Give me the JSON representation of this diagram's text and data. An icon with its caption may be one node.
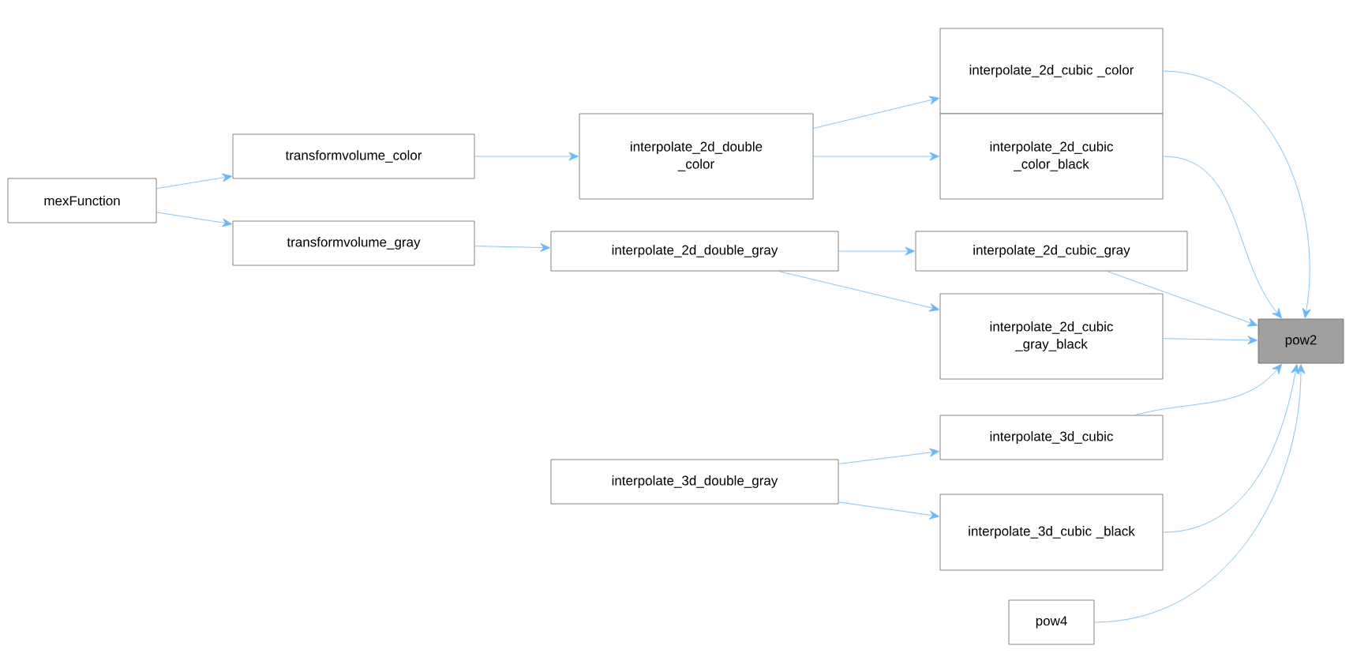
{
  "diagram": {
    "nodes": [
      {
        "text": [
          "mexFunction"
        ]
      },
      {
        "text": [
          "transformvolume_color"
        ]
      },
      {
        "text": [
          "transformvolume_gray"
        ]
      },
      {
        "text": [
          "interpolate_2d_double _color"
        ]
      },
      {
        "text": [
          "interpolate_2d_double_gray"
        ]
      },
      {
        "text": [
          "interpolate_2d_cubic _color"
        ]
      },
      {
        "text": [
          "interpolate_2d_cubic _color_black"
        ]
      },
      {
        "text": [
          "interpolate_2d_cubic_gray"
        ]
      },
      {
        "text": [
          "interpolate_2d_cubic _gray_black"
        ]
      },
      {
        "text": [
          "interpolate_3d_cubic"
        ]
      },
      {
        "text": [
          "interpolate_3d_double_gray"
        ]
      },
      {
        "text": [
          "interpolate_3d_cubic _black"
        ]
      },
      {
        "text": [
          "pow4"
        ]
      },
      {
        "text": [
          "pow2"
        ]
      }
    ],
    "edges": [
      {
        "from": 0,
        "to": 1,
        "arrow": "to"
      },
      {
        "from": 0,
        "to": 2,
        "arrow": "to"
      },
      {
        "from": 1,
        "to": 3,
        "arrow": "to"
      },
      {
        "from": 2,
        "to": 4,
        "arrow": "to"
      },
      {
        "from": 3,
        "to": 5,
        "arrow": "to"
      },
      {
        "from": 3,
        "to": 6,
        "arrow": "to"
      },
      {
        "from": 4,
        "to": 7,
        "arrow": "to"
      },
      {
        "from": 4,
        "to": 8,
        "arrow": "to"
      },
      {
        "from": 10,
        "to": 9,
        "arrow": "to"
      },
      {
        "from": 10,
        "to": 11,
        "arrow": "to"
      },
      {
        "from": 5,
        "to": 13,
        "arrow": "to"
      },
      {
        "from": 6,
        "to": 13,
        "arrow": "to"
      },
      {
        "from": 7,
        "to": 13,
        "arrow": "to"
      },
      {
        "from": 8,
        "to": 13,
        "arrow": "to"
      },
      {
        "from": 9,
        "to": 13,
        "arrow": "to"
      },
      {
        "from": 11,
        "to": 13,
        "arrow": "to"
      },
      {
        "from": 12,
        "to": 13,
        "arrow": "to"
      }
    ]
  }
}
